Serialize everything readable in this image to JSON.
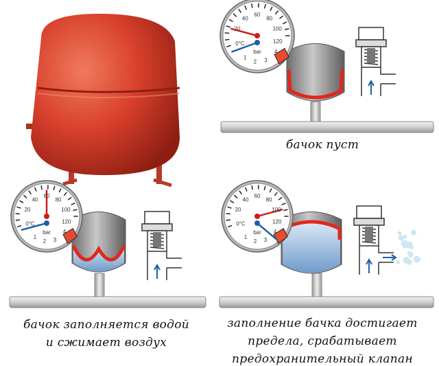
{
  "gauge": {
    "temp_labels": [
      "20",
      "40",
      "60",
      "80",
      "100",
      "120"
    ],
    "zero_label": "0°C",
    "unit_label": "bar",
    "pressure_labels": [
      "1",
      "2",
      "3",
      "4"
    ]
  },
  "panels": [
    {
      "id": "empty",
      "caption": [
        "бачок пуст"
      ]
    },
    {
      "id": "filling",
      "caption": [
        "бачок заполняется водой",
        "и сжимает воздух"
      ]
    },
    {
      "id": "full",
      "caption": [
        "заполнение бачка достигает",
        "предела, срабатывает",
        "предохранительный клапан"
      ]
    }
  ],
  "colors": {
    "tank_red": "#d8402c",
    "membrane": "#e0281c",
    "water": "#8fb4da",
    "pipe": "#d4d4d4",
    "tank_grey": "#9a9a9a",
    "arrow": "#1f5fa8"
  }
}
